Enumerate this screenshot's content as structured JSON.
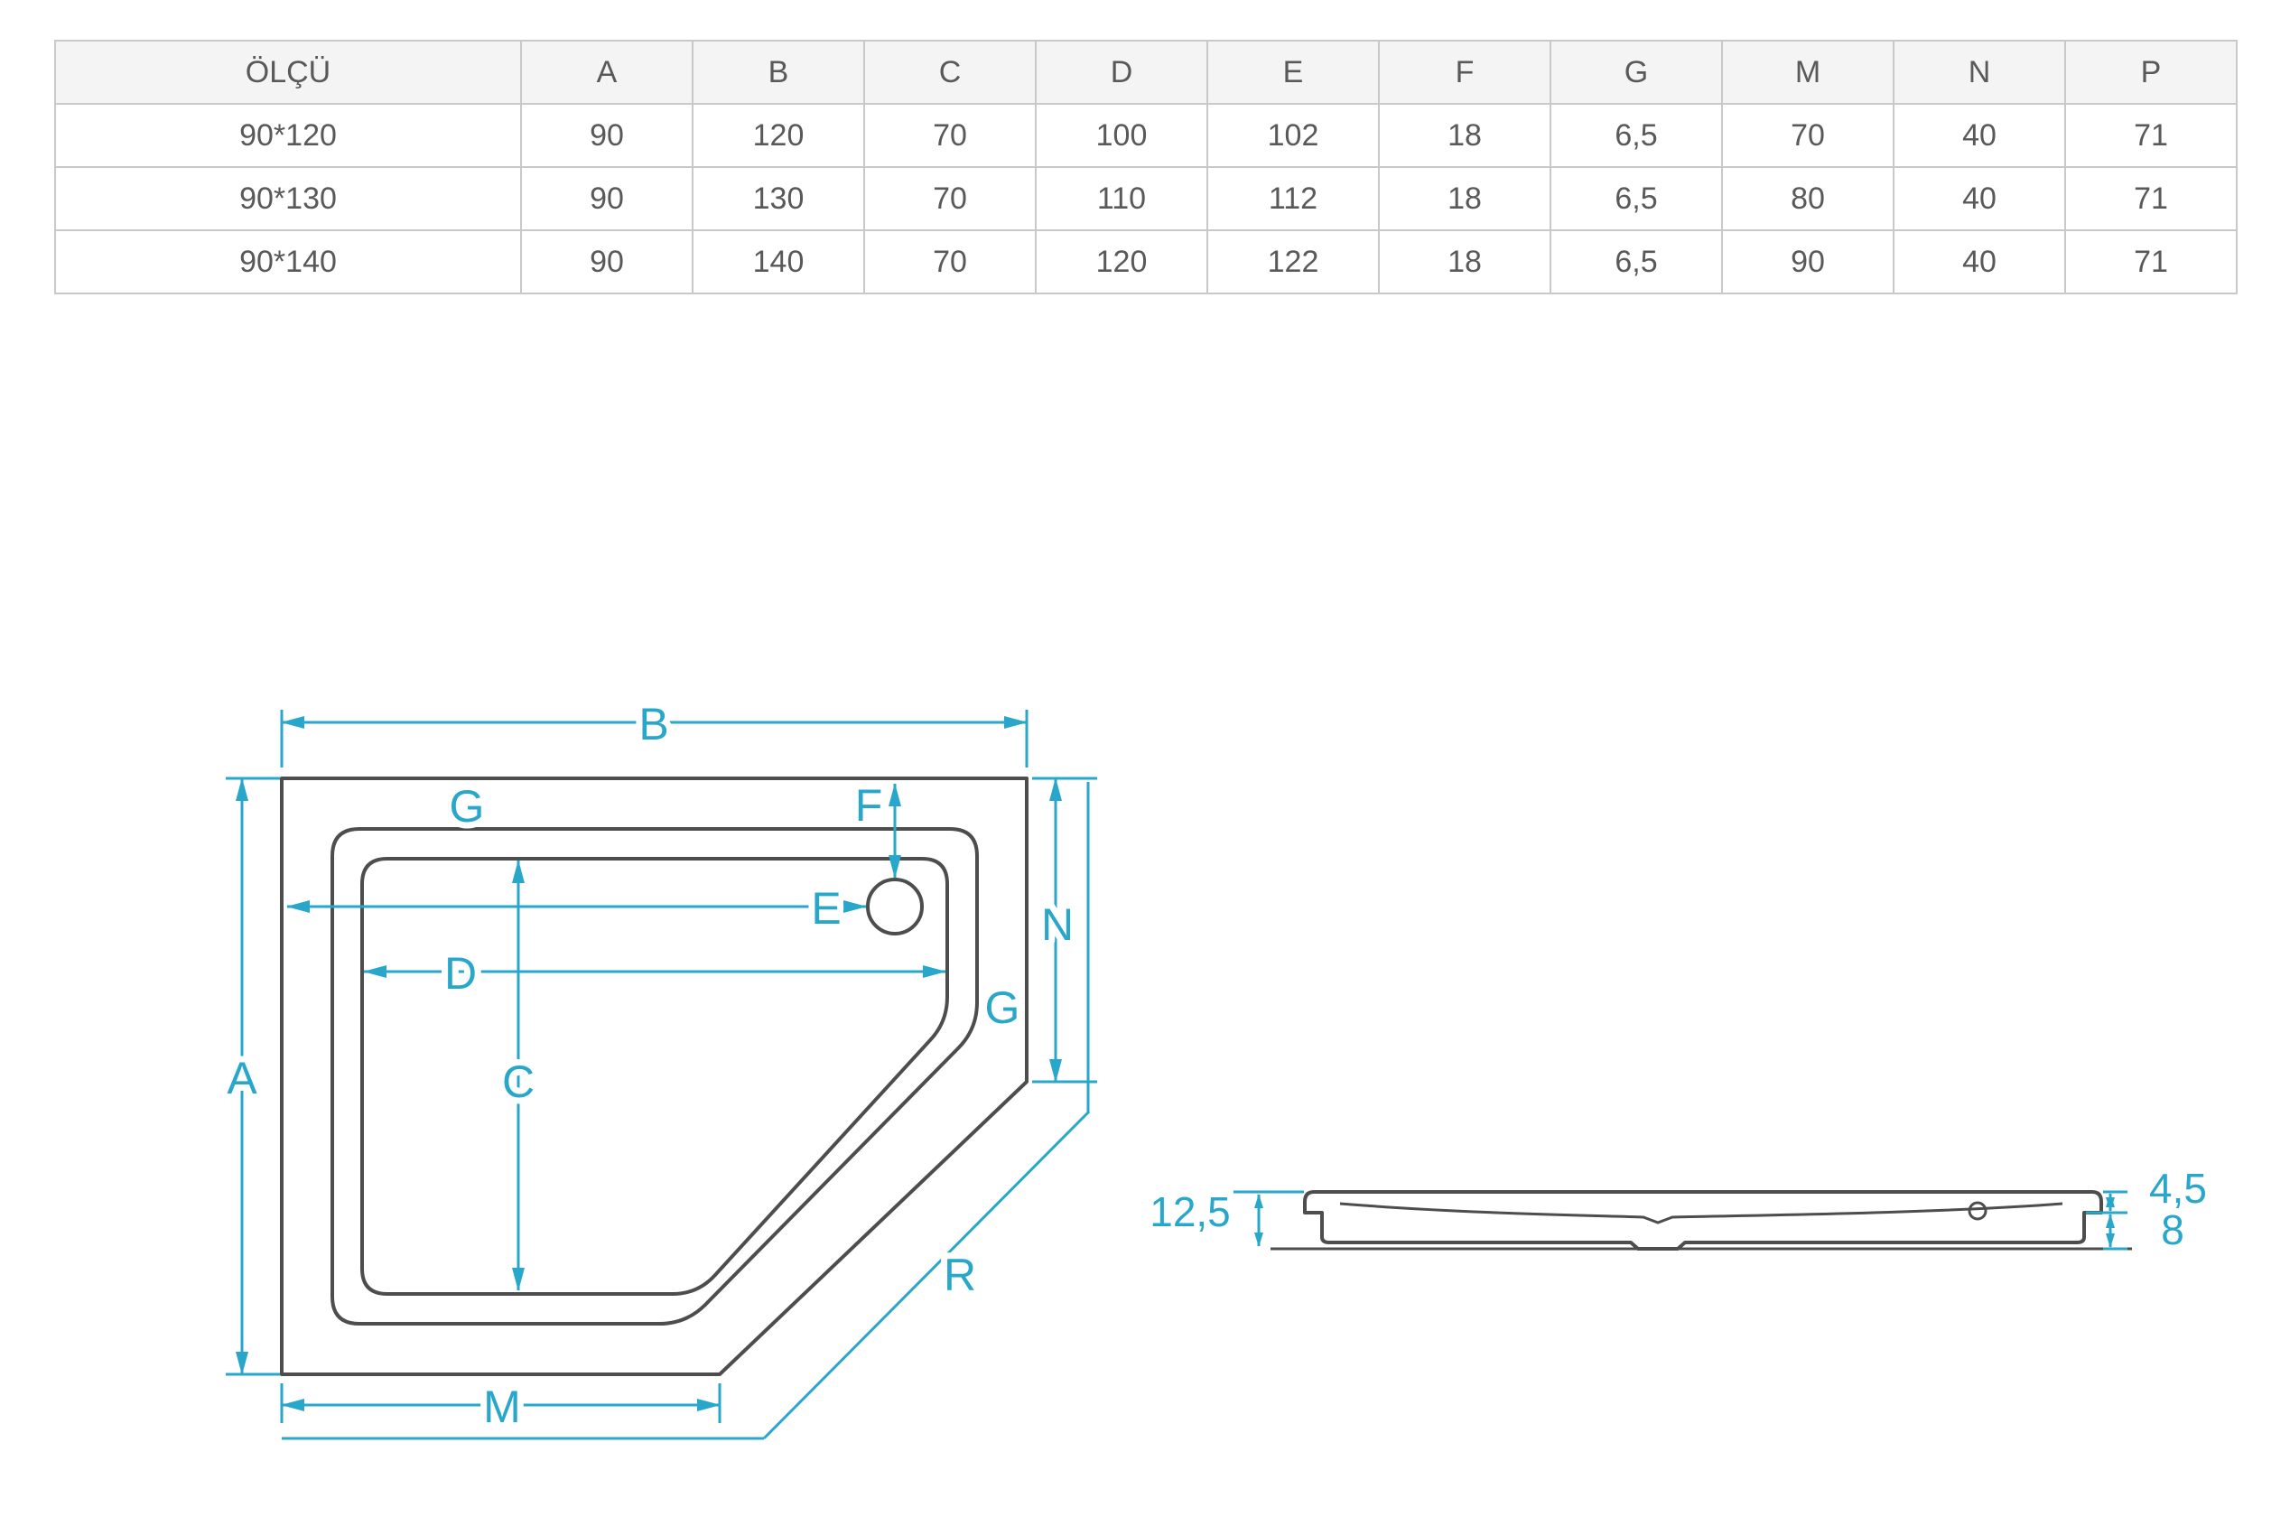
{
  "colors": {
    "accent": "#29a7cb",
    "outline": "#4d4d4d",
    "table_border": "#c9c9c9"
  },
  "table": {
    "headers": [
      "ÖLÇÜ",
      "A",
      "B",
      "C",
      "D",
      "E",
      "F",
      "G",
      "M",
      "N",
      "P"
    ],
    "rows": [
      {
        "cells": [
          "90*120",
          "90",
          "120",
          "70",
          "100",
          "102",
          "18",
          "6,5",
          "70",
          "40",
          "71"
        ]
      },
      {
        "cells": [
          "90*130",
          "90",
          "130",
          "70",
          "110",
          "112",
          "18",
          "6,5",
          "80",
          "40",
          "71"
        ]
      },
      {
        "cells": [
          "90*140",
          "90",
          "140",
          "70",
          "120",
          "122",
          "18",
          "6,5",
          "90",
          "40",
          "71"
        ]
      }
    ]
  },
  "plan_view": {
    "labels": {
      "b": "B",
      "a": "A",
      "n": "N",
      "c": "C",
      "d": "D",
      "e": "E",
      "f": "F",
      "m": "M",
      "r": "R",
      "g_top": "G",
      "g_right": "G"
    }
  },
  "side_view": {
    "labels": {
      "total_height": "12,5",
      "rim_height": "4,5",
      "base_height": "8"
    }
  }
}
